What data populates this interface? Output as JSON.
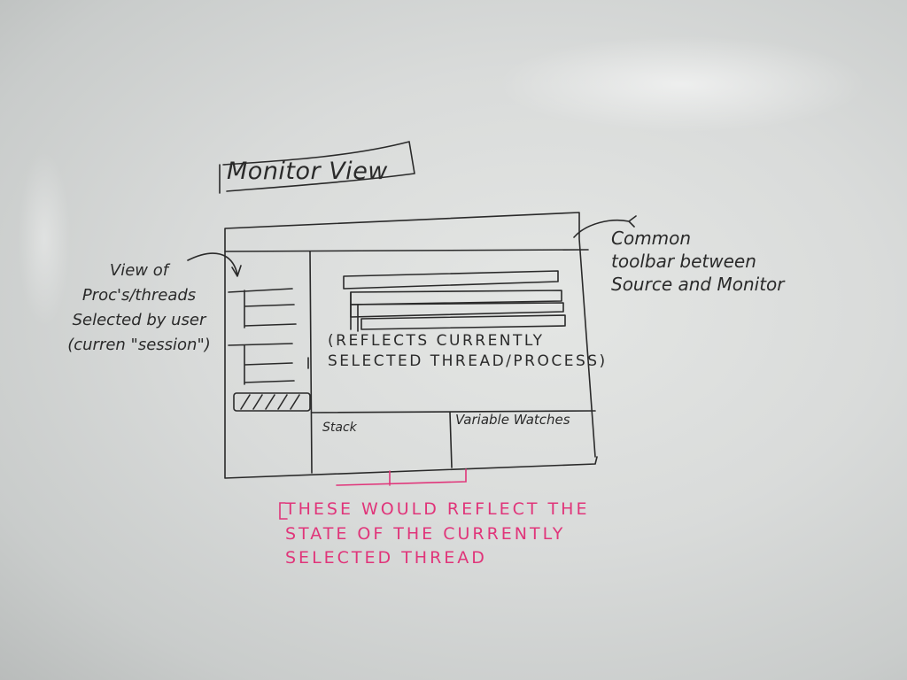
{
  "board": {
    "title": "Monitor View",
    "left_note": "View of\nProc's/threads\nSelected by user\n(curren \"session\")",
    "right_note": "Common\ntoolbar between\nSource and Monitor",
    "center_note": "(REFLECTS CURRENTLY\nSELECTED THREAD/PROCESS)",
    "stack_label": "Stack",
    "watches_label": "Variable Watches",
    "bottom_note": "THESE WOULD REFLECT THE\nSTATE OF THE CURRENTLY\nSELECTED THREAD"
  },
  "colors": {
    "marker_black": "#2a2a2a",
    "marker_pink": "#e0357a",
    "board_white": "#dcdedd"
  }
}
